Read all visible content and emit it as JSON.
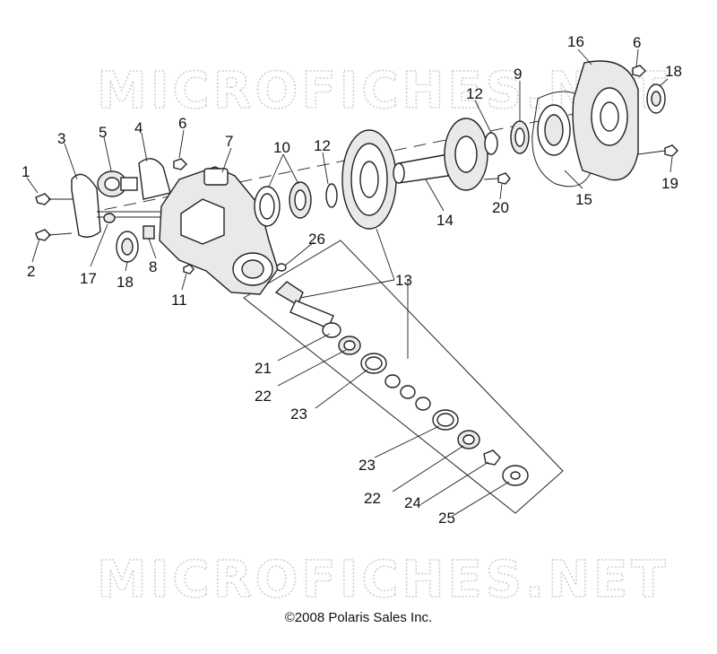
{
  "watermark": "MICROFICHES.NET",
  "copyright": "©2008 Polaris Sales Inc.",
  "callouts": [
    "1",
    "2",
    "3",
    "4",
    "5",
    "6",
    "6",
    "7",
    "8",
    "9",
    "10",
    "11",
    "12",
    "12",
    "13",
    "14",
    "15",
    "16",
    "17",
    "18",
    "18",
    "19",
    "20",
    "21",
    "22",
    "22",
    "23",
    "23",
    "24",
    "25",
    "26"
  ]
}
